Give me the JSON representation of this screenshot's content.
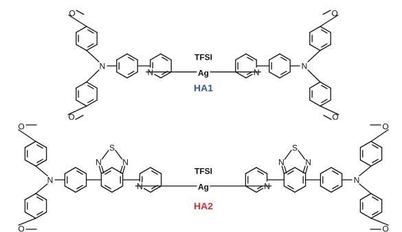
{
  "labels": {
    "counterion": "TFSI",
    "metal": "Ag",
    "nitrogen": "N",
    "oxygen": "O",
    "sulfur": "S"
  },
  "molecules": [
    {
      "name": "HA1",
      "color": "#3d55a6"
    },
    {
      "name": "HA2",
      "color": "#e02b2b"
    }
  ]
}
